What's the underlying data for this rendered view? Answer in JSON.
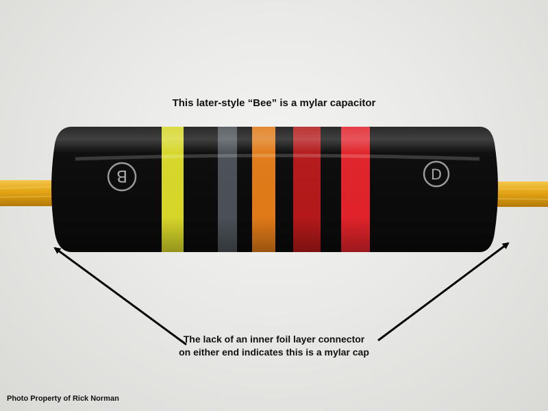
{
  "title": "This later-style “Bee” is a mylar capacitor",
  "caption": {
    "line1": "The lack of an inner foil layer connector",
    "line2": "on either end indicates this is a mylar cap"
  },
  "credit": "Photo Property of Rick Norman",
  "capacitor": {
    "left_marking": "B",
    "right_marking": "D",
    "bands": [
      "yellow",
      "gray",
      "orange",
      "red",
      "red"
    ],
    "colors": {
      "body": "#0b0b0b",
      "lead": "#e3a414",
      "yellow_band": "#d6d62a",
      "gray_band": "#4a5056",
      "orange_band": "#e07a18",
      "red_band_1": "#b3191a",
      "red_band_2": "#e0232a"
    }
  }
}
